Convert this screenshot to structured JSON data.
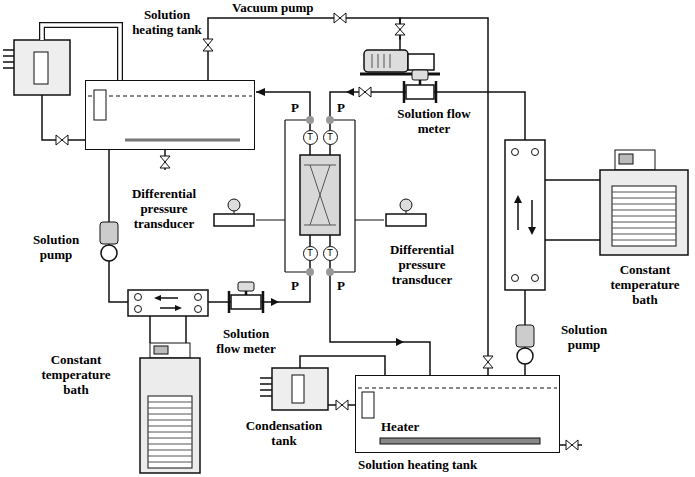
{
  "diagram": {
    "nodes": [
      {
        "text": [
          "Vacuum pump"
        ]
      },
      {
        "text": [
          "Solution heating tank"
        ]
      },
      {
        "text": [
          "Solution flow meter"
        ]
      },
      {
        "text": [
          "Differential pressure transducer"
        ]
      },
      {
        "text": [
          "Differential pressure transducer"
        ]
      },
      {
        "text": [
          "Solution pump"
        ]
      },
      {
        "text": [
          "Solution flow meter"
        ]
      },
      {
        "text": [
          "Constant temperature bath"
        ]
      },
      {
        "text": [
          "Constant temperature bath"
        ]
      },
      {
        "text": [
          "Solution pump"
        ]
      },
      {
        "text": [
          "Condensation tank"
        ]
      },
      {
        "text": [
          "Heater",
          "Solution heating tank"
        ]
      }
    ],
    "edges": [
      {
        "from": 1,
        "to": 0,
        "arrow": "none"
      },
      {
        "from": 0,
        "to": 11,
        "arrow": "none"
      },
      {
        "from": 1,
        "to": 5,
        "arrow": "none"
      },
      {
        "from": 5,
        "to": 7,
        "arrow": "none"
      },
      {
        "from": 7,
        "to": 6,
        "arrow": "none"
      },
      {
        "from": 11,
        "to": 9,
        "arrow": "none"
      },
      {
        "from": 9,
        "to": 8,
        "arrow": "none"
      },
      {
        "from": 8,
        "to": 2,
        "arrow": "none"
      },
      {
        "from": 10,
        "to": 11,
        "arrow": "none"
      },
      {
        "from": 11,
        "to": 10,
        "arrow": "none"
      }
    ],
    "labels": [
      "P",
      "P",
      "T",
      "T",
      "T",
      "T",
      "P",
      "P"
    ]
  }
}
